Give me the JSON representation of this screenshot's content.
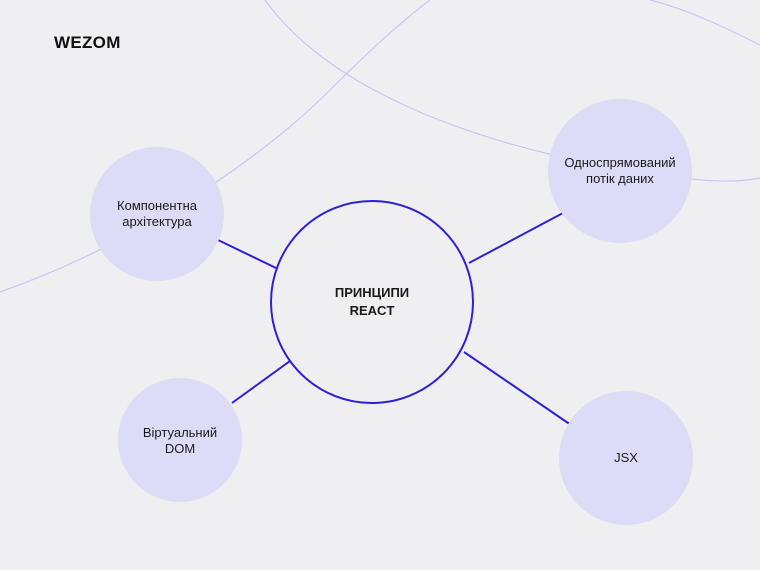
{
  "brand": {
    "logo_text": "WEZOM"
  },
  "center": {
    "line1": "ПРИНЦИПИ",
    "line2": "REACT"
  },
  "nodes": [
    {
      "id": "component-architecture",
      "line1": "Компонентна",
      "line2": "архітектура"
    },
    {
      "id": "one-way-data-flow",
      "line1": "Односпрямований",
      "line2": "потік даних"
    },
    {
      "id": "virtual-dom",
      "line1": "Віртуальний",
      "line2": "DOM"
    },
    {
      "id": "jsx",
      "line1": "JSX",
      "line2": ""
    }
  ],
  "colors": {
    "background": "#efeff1",
    "node_fill": "#dcdcf6",
    "accent": "#2e1fd6",
    "decor_line": "#c9c6f2"
  }
}
